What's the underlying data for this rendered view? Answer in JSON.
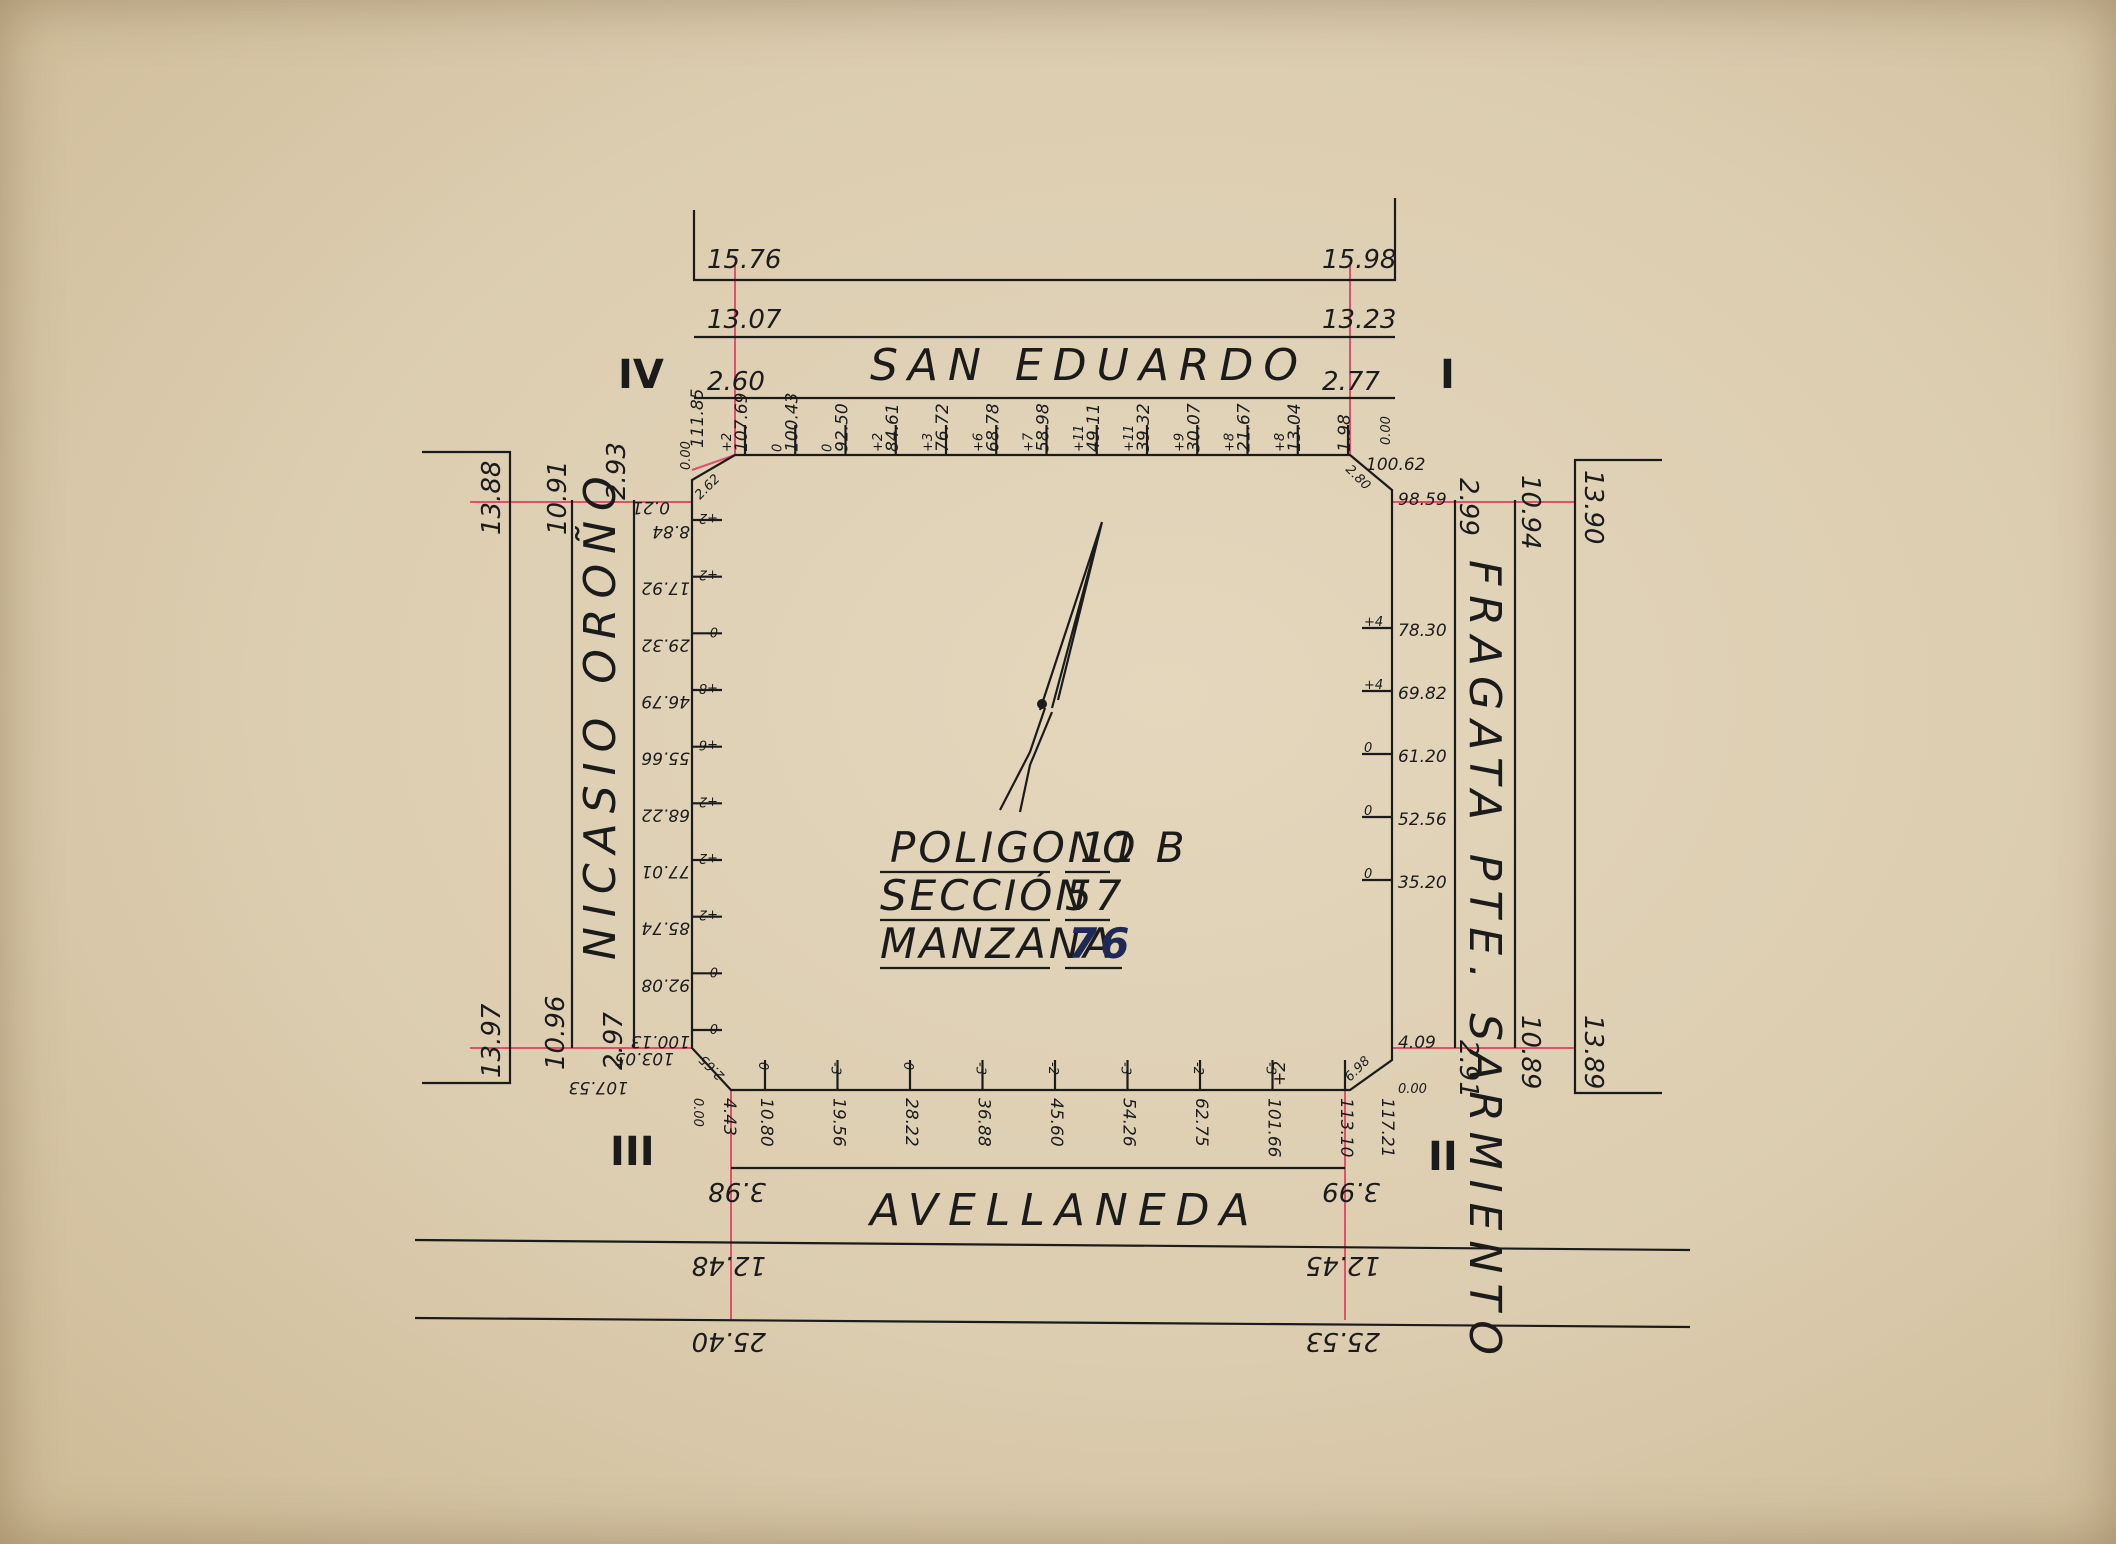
{
  "streets": {
    "top": "SAN EDUARDO",
    "right": "FRAGATA PTE. SARMIENTO",
    "bottom": "AVELLANEDA",
    "left": "NICASIO OROÑO"
  },
  "corners": {
    "tr": "I",
    "br": "II",
    "bl": "III",
    "tl": "IV"
  },
  "title": {
    "poligono_label": "POLIGONO",
    "poligono_value": "11 B",
    "seccion_label": "SECCIÓN",
    "seccion_value": "57",
    "manzana_label": "MANZANA",
    "manzana_value": "76"
  },
  "widths": {
    "top_left": [
      "15.76",
      "13.07",
      "2.60"
    ],
    "top_right": [
      "15.98",
      "13.23",
      "2.77"
    ],
    "left_top": [
      "13.88",
      "10.91",
      "2.93"
    ],
    "left_bottom": [
      "13.97",
      "10.96",
      "2.97"
    ],
    "right_top": [
      "2.99",
      "10.94",
      "13.90"
    ],
    "right_bottom": [
      "2.91",
      "10.89",
      "13.89"
    ],
    "bottom_left": [
      "3.98",
      "12.48",
      "25.40"
    ],
    "bottom_right": [
      "3.99",
      "12.45",
      "25.53"
    ]
  },
  "top_marks": [
    {
      "d": "107.69",
      "o": "+2"
    },
    {
      "d": "100.43",
      "o": "0"
    },
    {
      "d": "92.50",
      "o": "0"
    },
    {
      "d": "84.61",
      "o": "+2"
    },
    {
      "d": "76.72",
      "o": "+3"
    },
    {
      "d": "68.78",
      "o": "+6"
    },
    {
      "d": "58.98",
      "o": "+7"
    },
    {
      "d": "49.11",
      "o": "+11"
    },
    {
      "d": "39.32",
      "o": "+11"
    },
    {
      "d": "30.07",
      "o": "+9"
    },
    {
      "d": "21.67",
      "o": "+8"
    },
    {
      "d": "13.04",
      "o": "+8"
    },
    {
      "d": "1.98",
      "o": ""
    }
  ],
  "right_marks": [
    {
      "d": "78.30",
      "o": "+4"
    },
    {
      "d": "69.82",
      "o": "+4"
    },
    {
      "d": "61.20",
      "o": "0"
    },
    {
      "d": "52.56",
      "o": "0"
    },
    {
      "d": "35.20",
      "o": "0"
    }
  ],
  "bottom_marks": [
    {
      "d": "10.80",
      "o": "0"
    },
    {
      "d": "19.56",
      "o": "-3"
    },
    {
      "d": "28.22",
      "o": "0"
    },
    {
      "d": "36.88",
      "o": "-3"
    },
    {
      "d": "45.60",
      "o": "-2"
    },
    {
      "d": "54.26",
      "o": "-3"
    },
    {
      "d": "62.75",
      "o": "-2"
    },
    {
      "d": "101.66",
      "o": "-3"
    },
    {
      "d": "113.10",
      "o": ""
    }
  ],
  "left_marks": [
    {
      "d": "8.84",
      "o": "+2"
    },
    {
      "d": "17.92",
      "o": "+2"
    },
    {
      "d": "29.32",
      "o": "0"
    },
    {
      "d": "46.79",
      "o": "+8"
    },
    {
      "d": "55.66",
      "o": "+6"
    },
    {
      "d": "68.22",
      "o": "+2"
    },
    {
      "d": "77.01",
      "o": "+2"
    },
    {
      "d": "85.74",
      "o": "+2"
    },
    {
      "d": "92.08",
      "o": "0"
    },
    {
      "d": "100.13",
      "o": "0"
    }
  ],
  "corner_values": {
    "tl_outer": "111.85",
    "tl_zero": "0.00",
    "tl_chamfer": "2.62",
    "tl_a": "0.21",
    "tr_outer": "100.62",
    "tr_zero": "0.00",
    "tr_chamfer": "2.80",
    "tr_a": "98.59",
    "tr_b": "4.09",
    "br_chamfer": "6.98",
    "br_zero": "0.00",
    "br_outer": "117.21",
    "br_off": "+2",
    "bl_chamfer": "2.65",
    "bl_outer": "107.53",
    "bl_zero": "0.00",
    "bl_a": "103.05",
    "bl_b": "4.43"
  }
}
